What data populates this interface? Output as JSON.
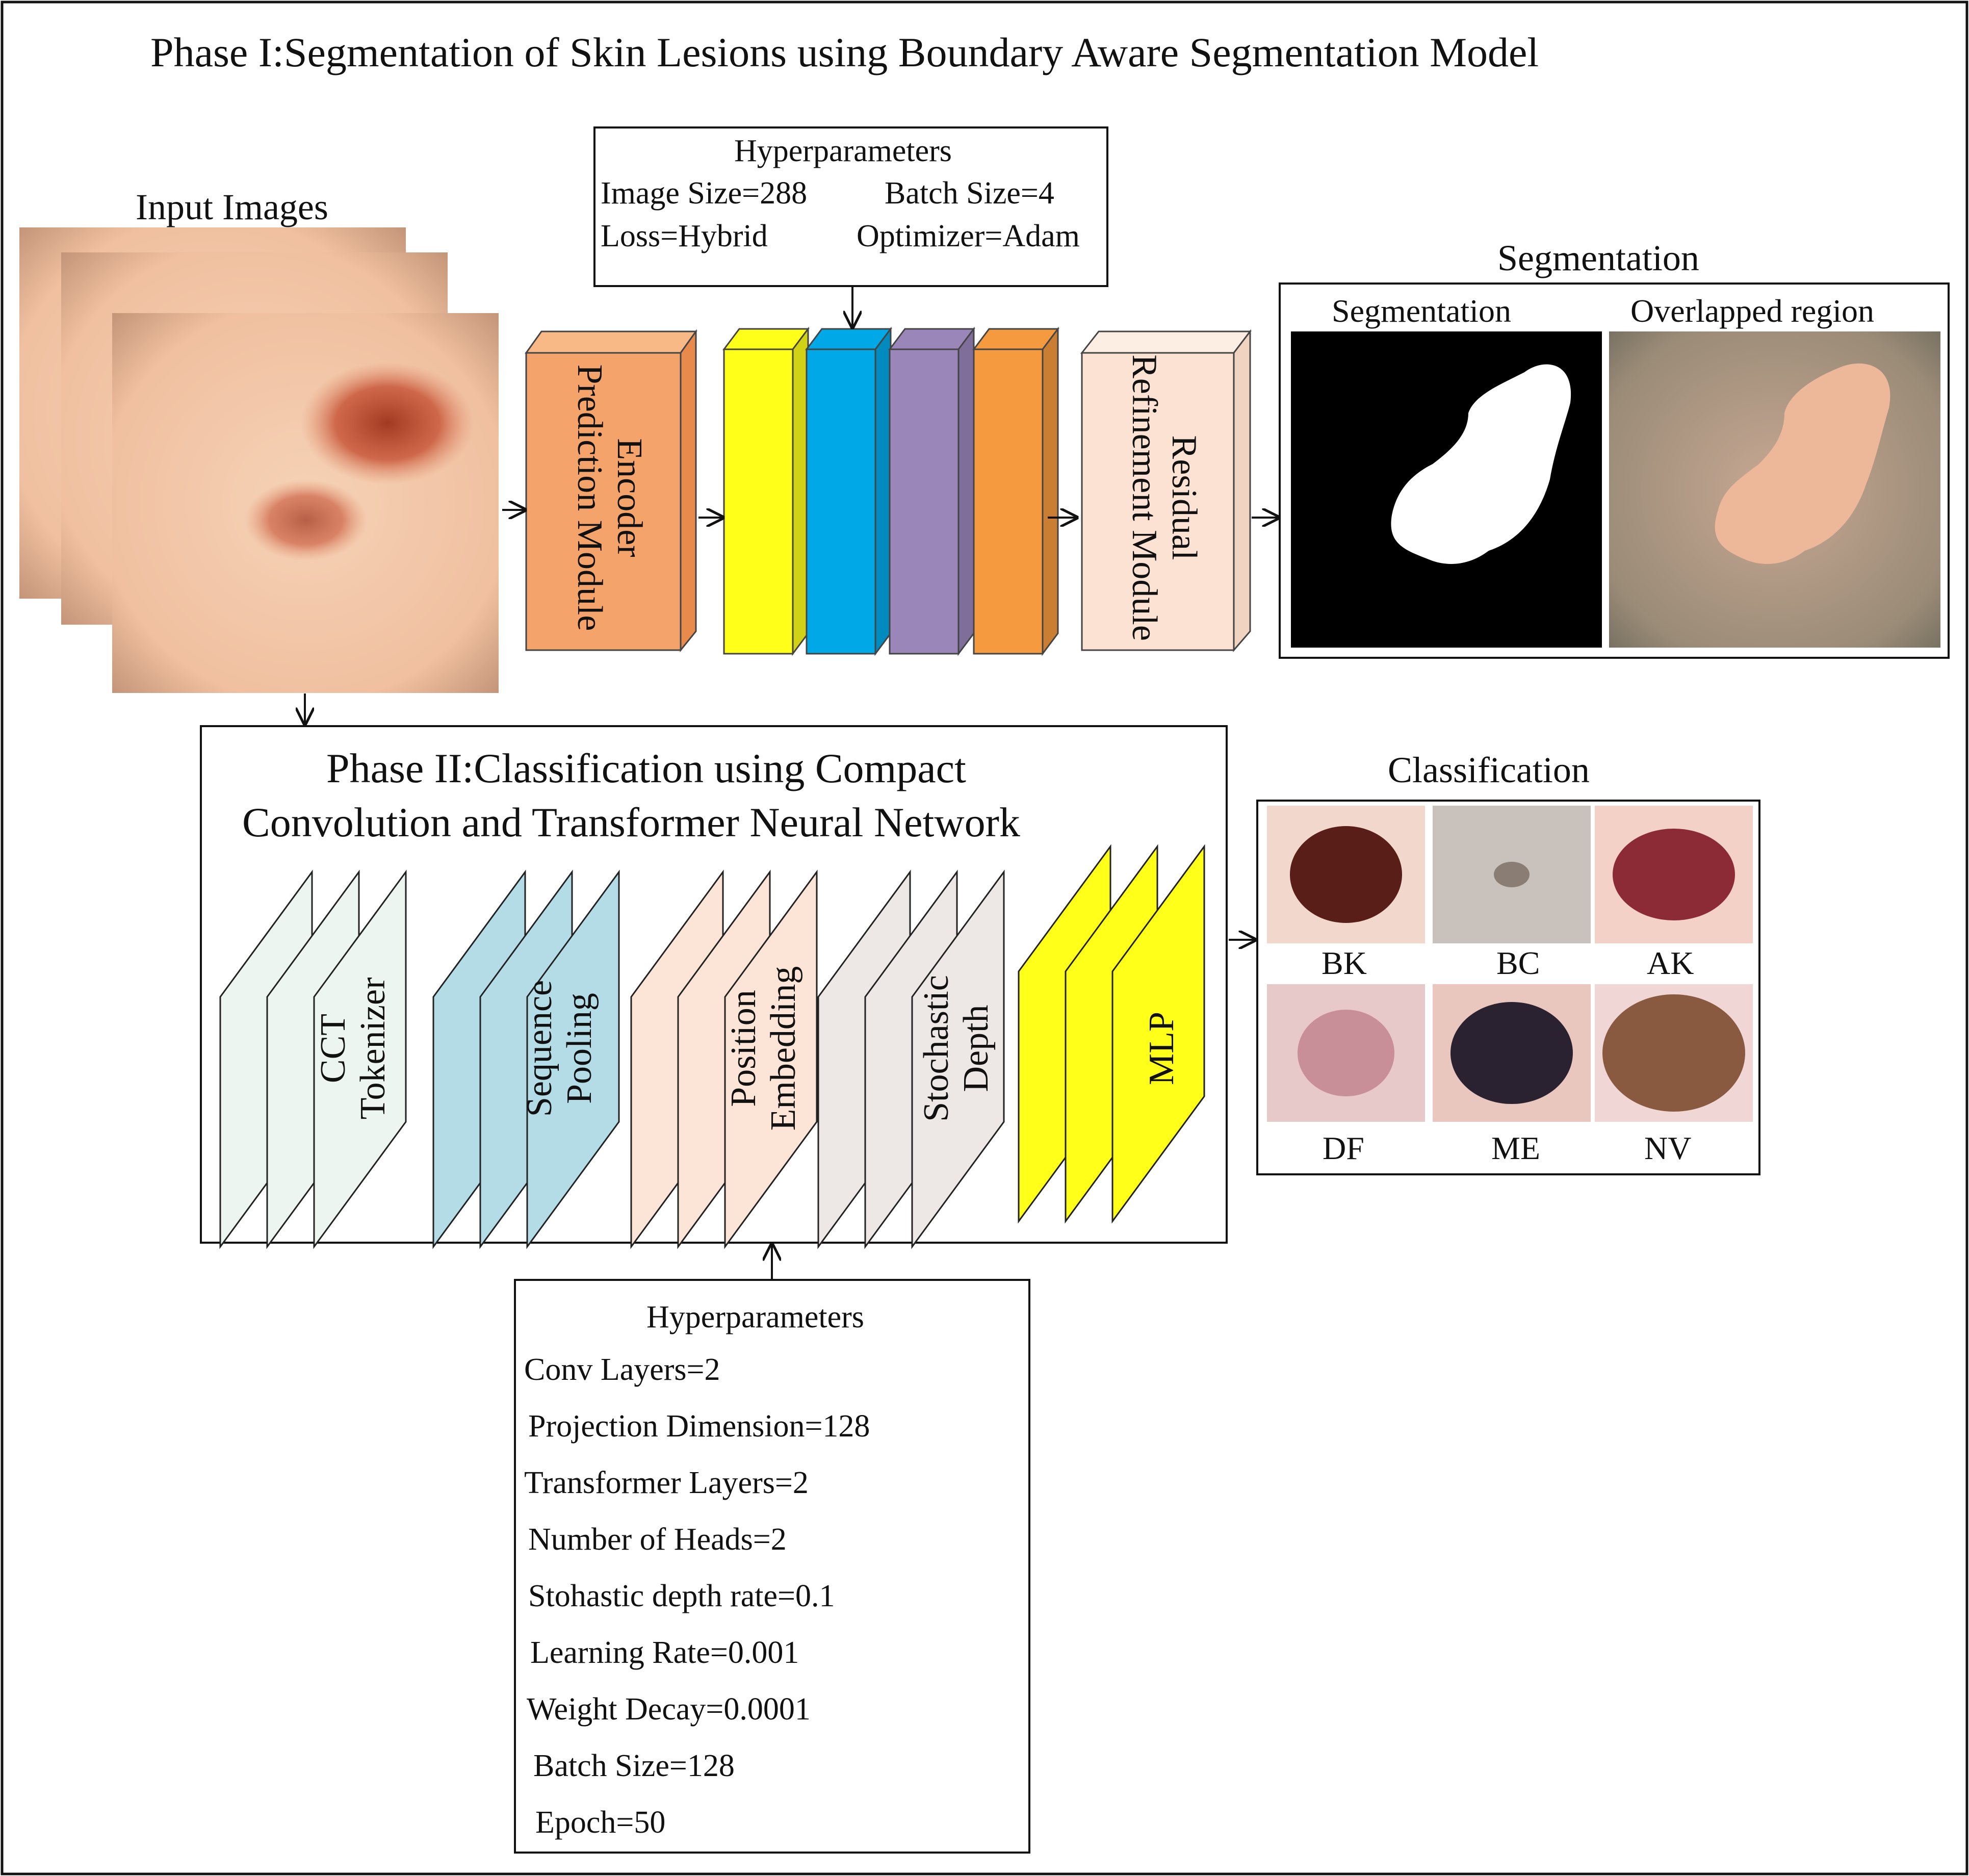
{
  "phase1": {
    "title": "Phase I:Segmentation of Skin Lesions using Boundary Aware Segmentation Model",
    "input_label": "Input Images",
    "hyperparameters": {
      "heading": "Hyperparameters",
      "image_size": "Image Size=288",
      "batch_size": "Batch Size=4",
      "loss": "Loss=Hybrid",
      "optimizer": "Optimizer=Adam"
    },
    "encoder": {
      "line1": "Encoder",
      "line2": "Prediction Module"
    },
    "residual": {
      "line1": "Residual",
      "line2": "Refinement Module"
    },
    "block_colors": [
      "#FFFF1A",
      "#00A8E8",
      "#9B86BA",
      "#F59A3E"
    ],
    "segmentation": {
      "heading": "Segmentation",
      "mask_label": "Segmentation",
      "overlap_label": "Overlapped region"
    }
  },
  "phase2": {
    "title_line1": "Phase II:Classification using Compact",
    "title_line2": "Convolution and Transformer Neural Network",
    "stages": [
      {
        "line1": "CCT",
        "line2": "Tokenizer",
        "color": "#EDF5F1"
      },
      {
        "line1": "Sequence",
        "line2": "Pooling",
        "color": "#B4DCE6"
      },
      {
        "line1": "Position",
        "line2": "Embedding",
        "color": "#FCE4D6"
      },
      {
        "line1": "Stochastic",
        "line2": "Depth",
        "color": "#EDE7E6"
      },
      {
        "line1": "MLP",
        "line2": "",
        "color": "#FFFF1A"
      }
    ],
    "classification": {
      "heading": "Classification",
      "classes": [
        "BK",
        "BC",
        "AK",
        "DF",
        "ME",
        "NV"
      ]
    },
    "hyperparameters": {
      "heading": "Hyperparameters",
      "items": [
        "Conv Layers=2",
        "Projection Dimension=128",
        "Transformer Layers=2",
        "Number of Heads=2",
        "Stohastic depth rate=0.1",
        "Learning Rate=0.001",
        "Weight Decay=0.0001",
        "Batch Size=128",
        "Epoch=50"
      ]
    }
  }
}
